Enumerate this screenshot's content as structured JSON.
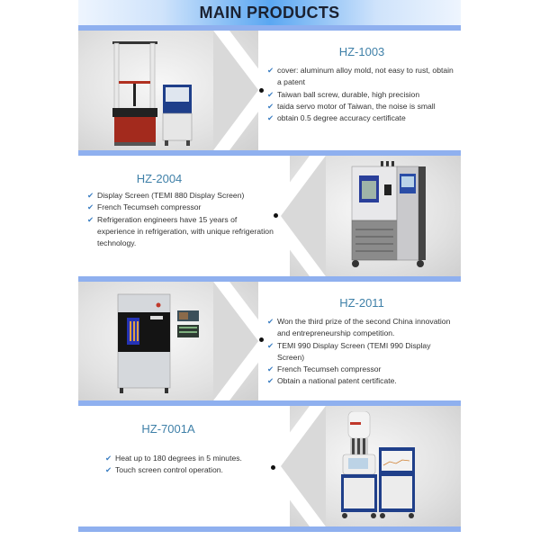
{
  "header": {
    "title": "MAIN PRODUCTS"
  },
  "colors": {
    "accent_band": "#8fb0ef",
    "header_center": "#5aa7f2",
    "title_text": "#3f80a8",
    "check": "#3b7ec2"
  },
  "products": [
    {
      "model": "HZ-1003",
      "image_side": "left",
      "image_icon": "universal-testing-machine-image",
      "features": [
        "cover: aluminum alloy mold, not easy to rust, obtain a patent",
        "Taiwan ball screw, durable, high precision",
        "taida servo motor of Taiwan, the noise is small",
        "obtain 0.5 degree accuracy certificate"
      ]
    },
    {
      "model": "HZ-2004",
      "image_side": "right",
      "image_icon": "environmental-chamber-image",
      "features": [
        "Display Screen (TEMI 880 Display Screen)",
        "French Tecumseh compressor",
        "Refrigeration engineers have 15 years of experience in refrigeration, with unique refrigeration technology."
      ]
    },
    {
      "model": "HZ-2011",
      "image_side": "left",
      "image_icon": "xenon-test-chamber-image",
      "features": [
        "Won the third prize of the second China innovation and entrepreneurship competition.",
        "TEMI 990 Display Screen (TEMI 990 Display Screen)",
        "French Tecumseh compressor",
        "Obtain a national patent certificate."
      ]
    },
    {
      "model": "HZ-7001A",
      "image_side": "right",
      "image_icon": "rheometer-image",
      "features": [
        "Heat up to 180 degrees in 5 minutes.",
        "Touch screen control operation."
      ]
    }
  ],
  "icons": {
    "check": "✔"
  }
}
